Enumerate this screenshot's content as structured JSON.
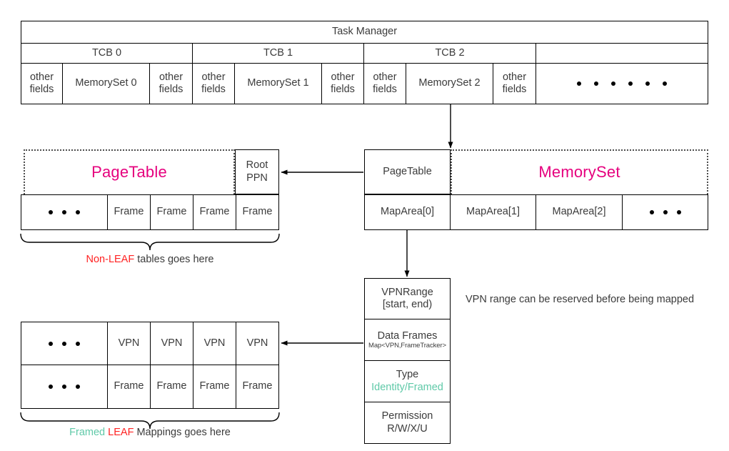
{
  "diagram": {
    "title": "Task Manager"
  },
  "task_manager": {
    "header": "Task Manager",
    "tcbs": [
      {
        "name": "TCB 0",
        "left_field": "other\nfields",
        "memory_set": "MemorySet 0",
        "right_field": "other\nfields"
      },
      {
        "name": "TCB 1",
        "left_field": "other\nfields",
        "memory_set": "MemorySet 1",
        "right_field": "other\nfields"
      },
      {
        "name": "TCB 2",
        "left_field": "other\nfields",
        "memory_set": "MemorySet 2",
        "right_field": "other\nfields"
      }
    ],
    "labels": {
      "other_fields": "other\nfields",
      "tcb0": "TCB 0",
      "tcb1": "TCB 1",
      "tcb2": "TCB 2",
      "memoryset0": "MemorySet 0",
      "memoryset1": "MemorySet 1",
      "memoryset2": "MemorySet 2"
    }
  },
  "memoryset": {
    "group_title": "MemorySet",
    "page_table_cell": "PageTable",
    "map_areas": [
      "MapArea[0]",
      "MapArea[1]",
      "MapArea[2]"
    ]
  },
  "pagetable": {
    "group_title": "PageTable",
    "root_ppn": "Root\nPPN",
    "root_ppn_line1": "Root",
    "root_ppn_line2": "PPN",
    "frames": [
      "Frame",
      "Frame",
      "Frame",
      "Frame"
    ],
    "caption_colored": "Non-LEAF",
    "caption_rest": " tables goes here"
  },
  "maparea": {
    "vpnrange_line1": "VPNRange",
    "vpnrange_line2": "[start, end)",
    "data_frames_line1": "Data Frames",
    "data_frames_line2": "Map<VPN,FrameTracker>",
    "type_line1": "Type",
    "type_identity": "Identity",
    "type_separator": "/",
    "type_framed": "Framed",
    "permission_line1": "Permission",
    "permission_line2": "R/W/X/U"
  },
  "leaf_table": {
    "vpn_cells": [
      "VPN",
      "VPN",
      "VPN",
      "VPN"
    ],
    "frame_cells": [
      "Frame",
      "Frame",
      "Frame",
      "Frame"
    ],
    "caption_framed": "Framed",
    "caption_leaf": "LEAF",
    "caption_rest": " Mappings goes here"
  },
  "annotations": {
    "vpn_range_note": "VPN range can be reserved before being mapped"
  },
  "colors": {
    "pink": "#e6007e",
    "red": "#ff2222",
    "teal": "#5fc9a8",
    "stroke": "#000000",
    "text": "#3b3b3b"
  }
}
